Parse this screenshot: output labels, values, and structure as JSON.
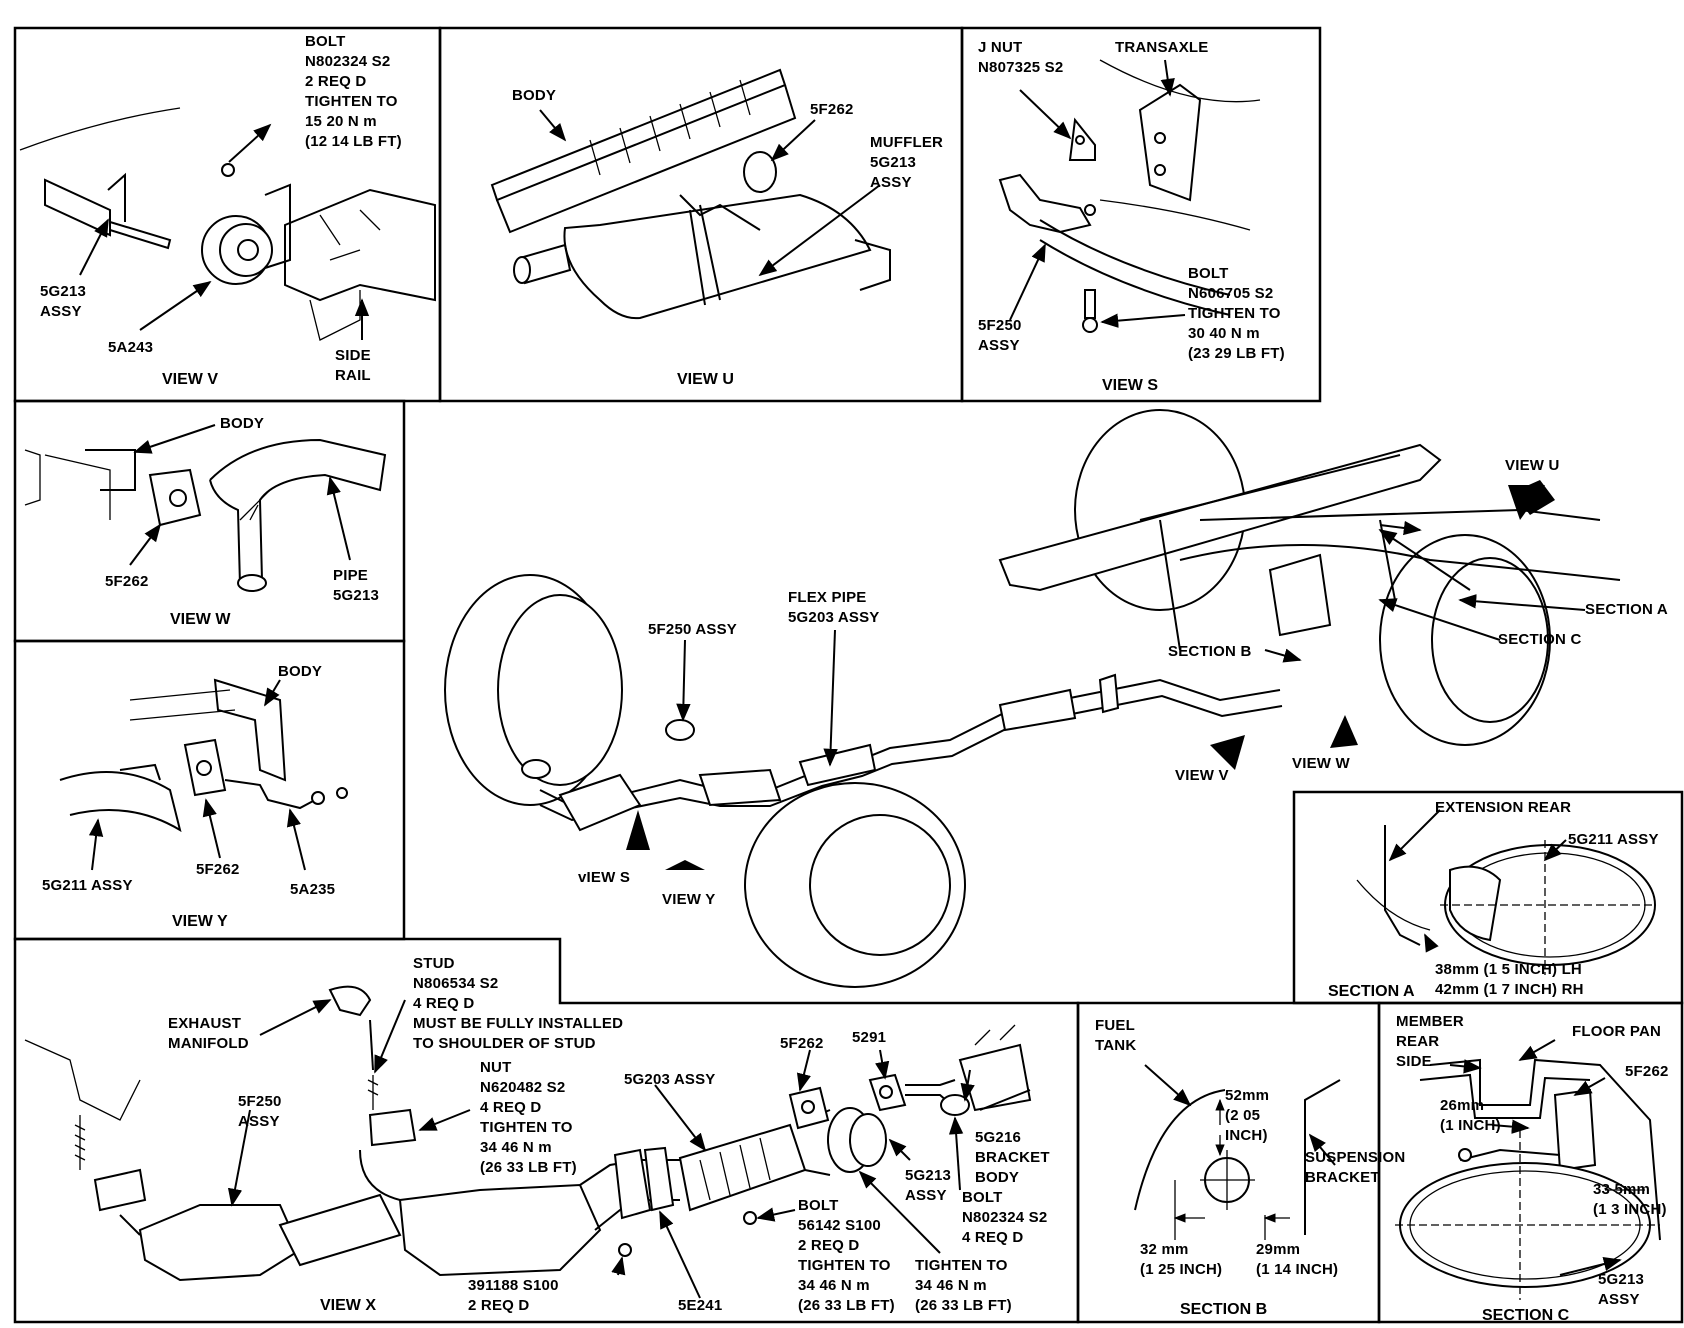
{
  "panels": {
    "view_v": {
      "caption": "VIEW V",
      "labels": {
        "bolt": "BOLT\nN802324 S2\n2 REQ D\nTIGHTEN TO\n15 20 N m\n(12 14 LB FT)",
        "assy": "5G213\nASSY",
        "part": "5A243",
        "rail": "SIDE\nRAIL"
      }
    },
    "view_u": {
      "caption": "VIEW U",
      "labels": {
        "body": "BODY",
        "part": "5F262",
        "muffler": "MUFFLER\n5G213\nASSY"
      }
    },
    "view_s": {
      "caption": "VIEW S",
      "labels": {
        "jnut": "J NUT\nN807325 S2",
        "transaxle": "TRANSAXLE",
        "bolt": "BOLT\nN606705 S2\nTIGHTEN TO\n30 40 N m\n(23 29 LB FT)",
        "assy": "5F250\nASSY"
      }
    },
    "view_w": {
      "caption": "VIEW W",
      "labels": {
        "body": "BODY",
        "part": "5F262",
        "pipe": "PIPE\n5G213"
      }
    },
    "view_y": {
      "caption": "VIEW Y",
      "labels": {
        "body": "BODY",
        "assy": "5G211 ASSY",
        "part1": "5F262",
        "part2": "5A235"
      }
    },
    "main": {
      "labels": {
        "flex": "FLEX PIPE\n5G203 ASSY",
        "f250": "5F250 ASSY",
        "view_u": "VIEW U",
        "section_a": "SECTION A",
        "section_b": "SECTION B",
        "section_c": "SECTION C",
        "view_v": "VIEW V",
        "view_w": "VIEW W",
        "view_s": "vIEW S",
        "view_y": "VIEW Y"
      }
    },
    "section_a": {
      "caption": "SECTION A",
      "labels": {
        "ext": "EXTENSION REAR",
        "assy": "5G211 ASSY",
        "dims": "38mm (1 5 INCH) LH\n42mm (1 7 INCH) RH"
      }
    },
    "view_x": {
      "caption": "VIEW X",
      "labels": {
        "stud": "STUD\nN806534 S2\n4 REQ D\nMUST BE FULLY INSTALLED\nTO SHOULDER OF STUD",
        "manifold": "EXHAUST\nMANIFOLD",
        "nut": "NUT\nN620482 S2\n4 REQ D\nTIGHTEN TO\n34 46 N m\n(26 33 LB FT)",
        "f250": "5F250\nASSY",
        "g203": "5G203 ASSY",
        "f262": "5F262",
        "p5291": "5291",
        "g216": "5G216\nBRACKET\nBODY",
        "g213": "5G213\nASSY",
        "bolt2": "BOLT\nN802324 S2\n4 REQ D",
        "bolt1": "BOLT\n56142 S100\n2 REQ D\nTIGHTEN TO\n34 46 N m\n(26 33 LB FT)",
        "tighten": "TIGHTEN TO\n34 46 N m\n(26 33 LB FT)",
        "p391": "391188 S100\n2 REQ D",
        "e241": "5E241"
      }
    },
    "section_b": {
      "caption": "SECTION B",
      "labels": {
        "fuel": "FUEL\nTANK",
        "dim52": "52mm\n(2 05\nINCH)",
        "susp": "SUSPENSION\nBRACKET",
        "dim32": "32 mm\n(1 25 INCH)",
        "dim29": "29mm\n(1 14 INCH)"
      }
    },
    "section_c": {
      "caption": "SECTION C",
      "labels": {
        "member": "MEMBER\nREAR\nSIDE",
        "floor": "FLOOR PAN",
        "f262": "5F262",
        "dim26": "26mm\n(1 INCH)",
        "dim33": "33 5mm\n(1 3 INCH)",
        "assy": "5G213\nASSY"
      }
    }
  }
}
